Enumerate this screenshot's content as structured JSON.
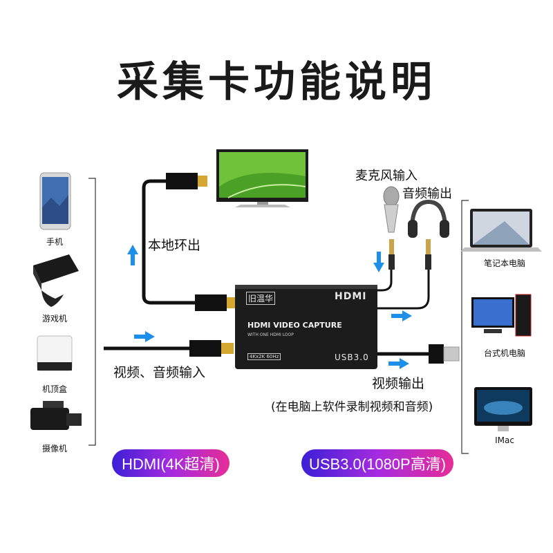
{
  "title": "采集卡功能说明",
  "labels": {
    "loop_out": "本地环出",
    "mic_input": "麦克风输入",
    "audio_output": "音频输出",
    "video_audio_input": "视频、音频输入",
    "video_output": "视频输出",
    "record_note": "(在电脑上软件录制视频和音频)"
  },
  "left_devices": [
    {
      "label": "手机"
    },
    {
      "label": "游戏机"
    },
    {
      "label": "机顶盒"
    },
    {
      "label": "摄像机"
    }
  ],
  "right_devices": [
    {
      "label": "笔记本电脑"
    },
    {
      "label": "台式机电脑"
    },
    {
      "label": "IMac"
    }
  ],
  "capture_box": {
    "brand": "旧温华",
    "hdmi_logo": "HDMI",
    "product": "HDMI VIDEO CAPTURE",
    "subtitle": "WITH ONE HDMI LOOP",
    "spec": "4Kx2K 60Hz",
    "port": "USB3.0"
  },
  "badges": {
    "hdmi": "HDMI(4K超清)",
    "usb": "USB3.0(1080P高清)"
  },
  "colors": {
    "arrow": "#1e8fe8",
    "pill_start": "#3b1fd6",
    "pill_end": "#e62d97"
  }
}
